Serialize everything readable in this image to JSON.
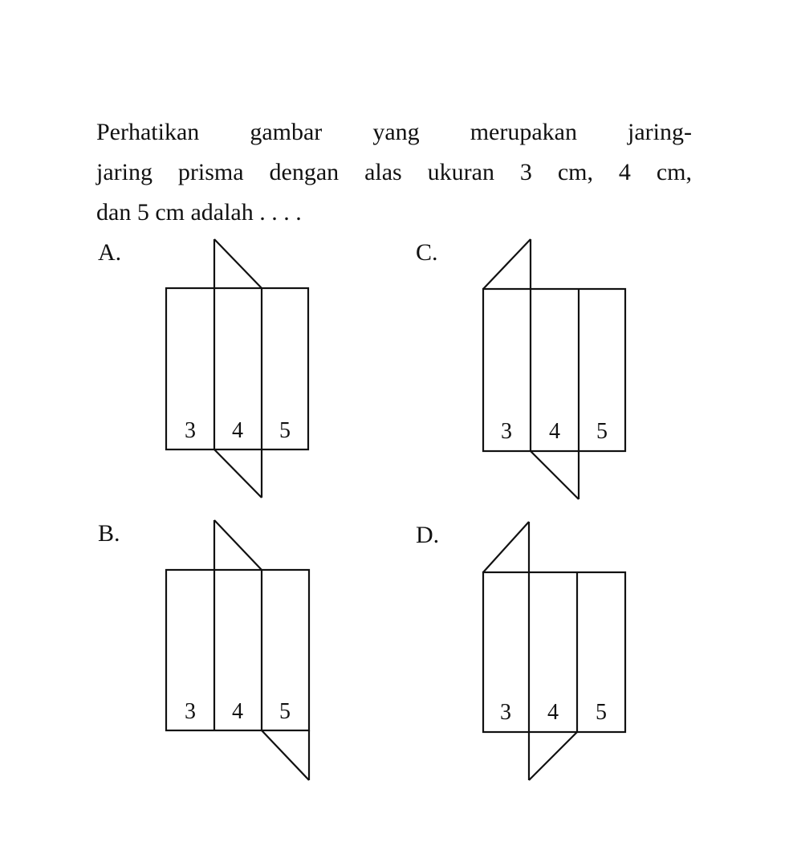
{
  "question": {
    "line1": "Perhatikan gambar yang merupakan jaring-",
    "line2": "jaring prisma dengan alas ukuran 3 cm, 4 cm,",
    "line3": "dan 5 cm adalah . . . ."
  },
  "options": [
    {
      "label": "A.",
      "sides": [
        "3",
        "4",
        "5"
      ]
    },
    {
      "label": "B.",
      "sides": [
        "3",
        "4",
        "5"
      ]
    },
    {
      "label": "C.",
      "sides": [
        "3",
        "4",
        "5"
      ]
    },
    {
      "label": "D.",
      "sides": [
        "3",
        "4",
        "5"
      ]
    }
  ]
}
